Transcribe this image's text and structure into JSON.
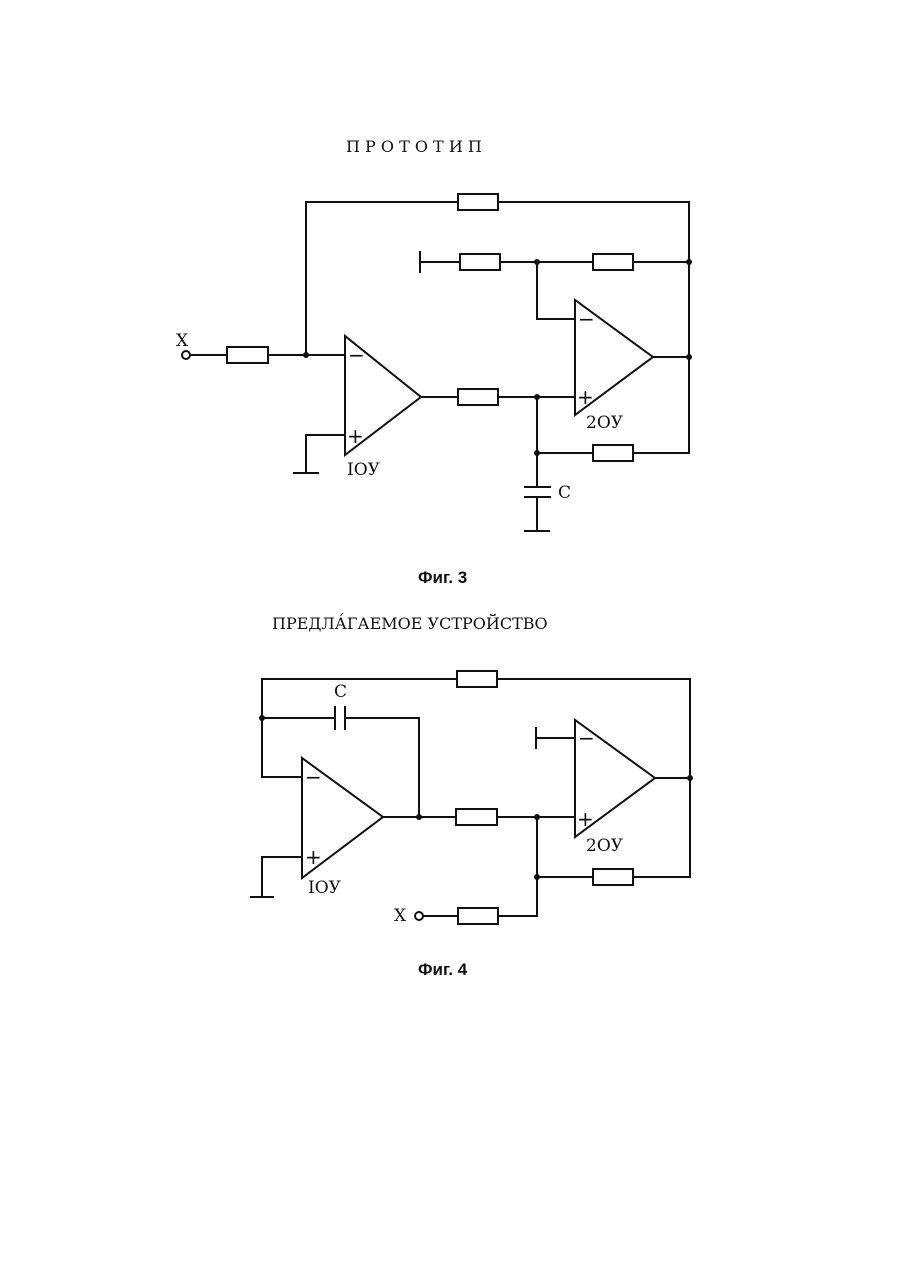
{
  "figure3": {
    "heading": "П Р О Т О Т И П",
    "caption": "Фиг. 3",
    "input_label": "X",
    "opamp1_label": "IОУ",
    "opamp2_label": "2ОУ",
    "capacitor_label": "C",
    "minus_sign": "−",
    "plus_sign": "+"
  },
  "figure4": {
    "heading": "ПРЕДЛА́ГАЕМОЕ УСТРОЙСТВО",
    "caption": "Фиг. 4",
    "input_label": "X",
    "opamp1_label": "IОУ",
    "opamp2_label": "2ОУ",
    "capacitor_label": "C",
    "minus_sign": "−",
    "plus_sign": "+"
  }
}
